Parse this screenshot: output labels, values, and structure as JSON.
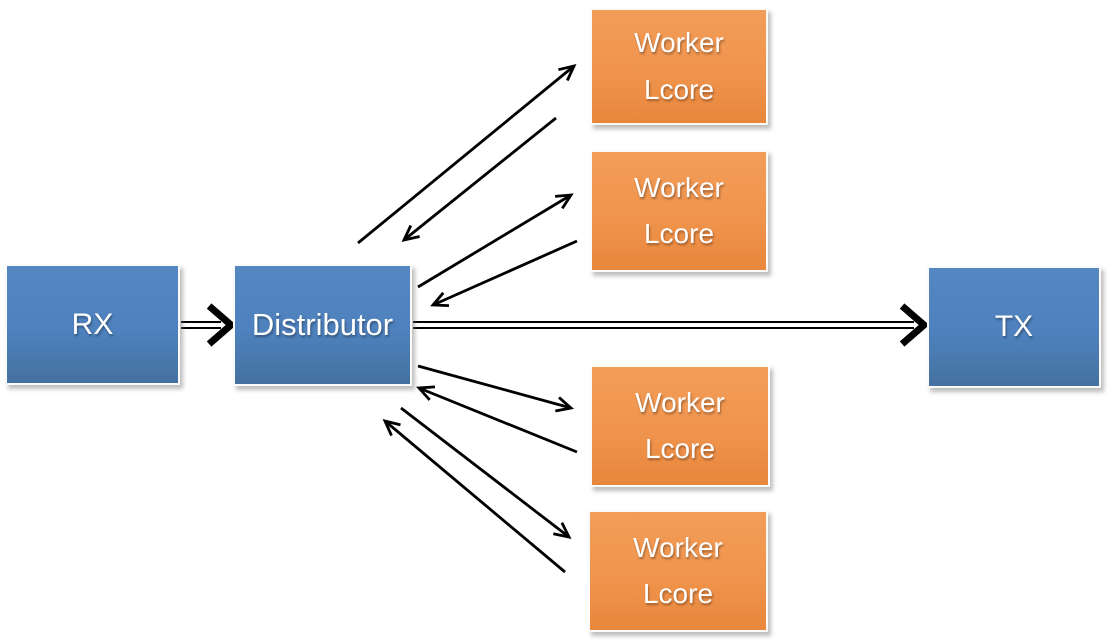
{
  "nodes": {
    "rx": {
      "label": "RX"
    },
    "distributor": {
      "label": "Distributor"
    },
    "tx": {
      "label": "TX"
    },
    "workers": [
      {
        "label": "Worker\nLcore"
      },
      {
        "label": "Worker\nLcore"
      },
      {
        "label": "Worker\nLcore"
      },
      {
        "label": "Worker\nLcore"
      }
    ]
  },
  "colors": {
    "blue_node": "#4E81BD",
    "orange_node": "#F0944D",
    "arrow": "#000000",
    "label_text": "#FFFFFF",
    "background": "#FFFFFF"
  },
  "edges": [
    {
      "from": "RX",
      "to": "Distributor",
      "style": "double-line-arrow"
    },
    {
      "from": "Distributor",
      "to": "TX",
      "style": "double-line-arrow"
    },
    {
      "from": "Distributor",
      "to": "Worker Lcore 1",
      "style": "arrow"
    },
    {
      "from": "Worker Lcore 1",
      "to": "Distributor",
      "style": "arrow"
    },
    {
      "from": "Distributor",
      "to": "Worker Lcore 2",
      "style": "arrow"
    },
    {
      "from": "Worker Lcore 2",
      "to": "Distributor",
      "style": "arrow"
    },
    {
      "from": "Distributor",
      "to": "Worker Lcore 3",
      "style": "arrow"
    },
    {
      "from": "Worker Lcore 3",
      "to": "Distributor",
      "style": "arrow"
    },
    {
      "from": "Distributor",
      "to": "Worker Lcore 4",
      "style": "arrow"
    },
    {
      "from": "Worker Lcore 4",
      "to": "Distributor",
      "style": "arrow"
    }
  ]
}
